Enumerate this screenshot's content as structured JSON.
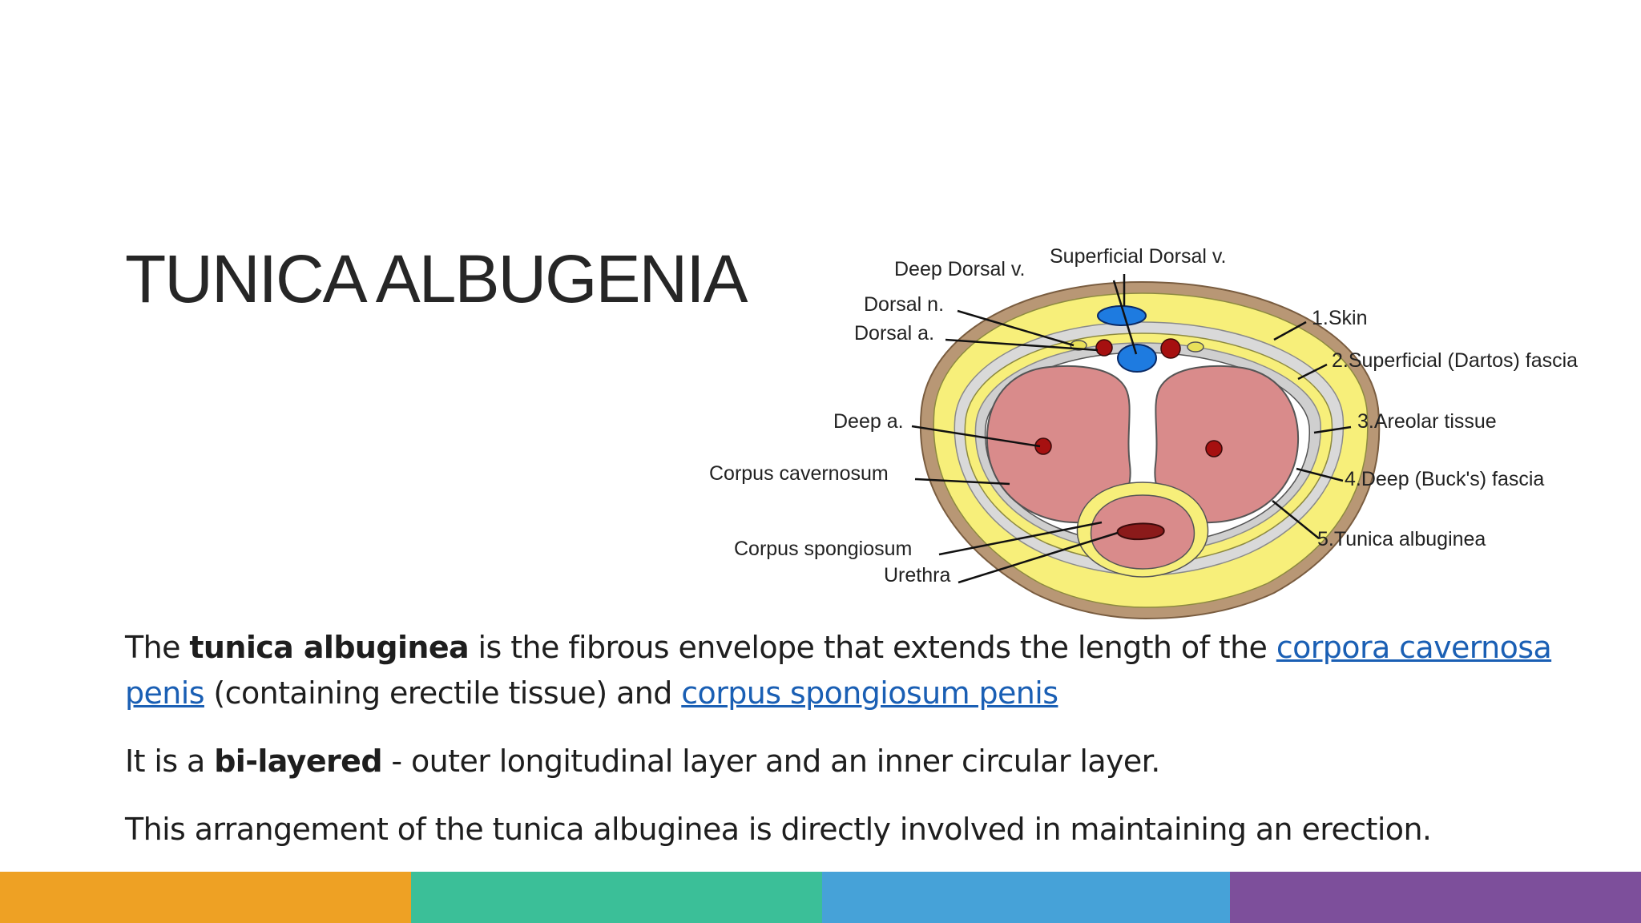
{
  "title": "TUNICA ALBUGENIA",
  "diagram": {
    "labels": {
      "deep_dorsal_v": "Deep Dorsal v.",
      "superficial_dorsal_v": "Superficial Dorsal v.",
      "dorsal_n": "Dorsal n.",
      "dorsal_a": "Dorsal a.",
      "deep_a": "Deep a.",
      "corpus_cavernosum": "Corpus cavernosum",
      "corpus_spongiosum": "Corpus spongiosum",
      "urethra": "Urethra",
      "skin": "1.Skin",
      "superficial_fascia": "2.Superficial (Dartos) fascia",
      "areolar_tissue": "3.Areolar tissue",
      "deep_fascia": "4.Deep (Buck's) fascia",
      "tunica_albuginea": "5.Tunica albuginea"
    },
    "colors": {
      "skin": "#b89775",
      "fascia": "#f7ef7a",
      "areolar": "#d9d9d9",
      "tunica": "#ffffff",
      "cavernosum": "#d98b8b",
      "vein": "#1e7be0",
      "artery": "#a61010",
      "nerve": "#e8e05a"
    }
  },
  "paragraphs": {
    "p1": {
      "t1": "The ",
      "b1": "tunica albuginea",
      "t2": " is the fibrous envelope that extends the length of the ",
      "link1": "corpora cavernosa penis",
      "t3": " (containing erectile tissue) and ",
      "link2": "corpus spongiosum penis"
    },
    "p2": {
      "t1": "It is a ",
      "b1": "bi-layered",
      "t2": " - outer longitudinal layer and an inner circular layer."
    },
    "p3": {
      "t1": "This arrangement of the tunica albuginea is directly involved in maintaining an erection."
    }
  },
  "footer_colors": [
    "#eea124",
    "#3bbf98",
    "#46a2d8",
    "#7d4f9b"
  ]
}
